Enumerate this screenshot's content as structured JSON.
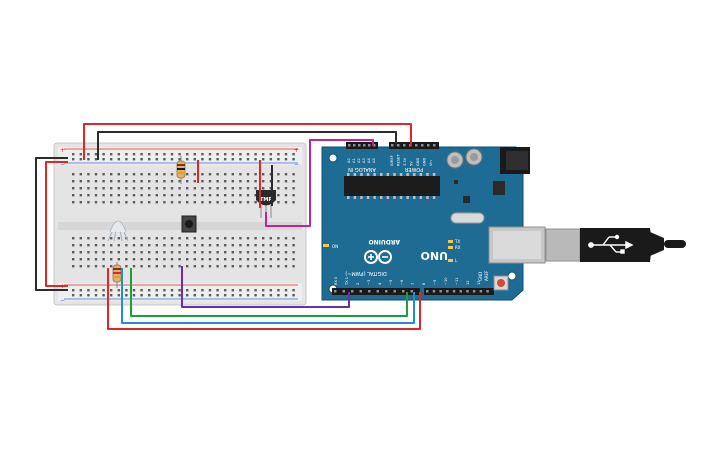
{
  "board": {
    "name": "UNO",
    "brand": "ARDUINO",
    "power_label": "POWER",
    "analog_label": "ANALOG IN",
    "digital_label": "DIGITAL (PWM~)",
    "on_label": "ON",
    "tx_label": "TX",
    "rx_label": "RX",
    "l_label": "L",
    "aref_label": "AREF",
    "gnd_label": "GND",
    "power_pins": [
      "IOREF",
      "RESET",
      "3.3V",
      "5V",
      "GND",
      "GND",
      "Vin"
    ],
    "analog_pins": [
      "A0",
      "A1",
      "A2",
      "A3",
      "A4",
      "A5"
    ],
    "digital_pins": [
      "13",
      "12",
      "~11",
      "~10",
      "~9",
      "8",
      "7",
      "~6",
      "~5",
      "4",
      "~3",
      "2",
      "TX 1",
      "RX 0"
    ]
  },
  "sensor": {
    "label": "TMP"
  },
  "colors": {
    "board": "#1e6c93",
    "board_edge": "#0f4f70",
    "breadboard": "#e6e6e6",
    "wire_red": "#e02727",
    "wire_black": "#2b2b2b",
    "wire_magenta": "#c2258f",
    "wire_purple": "#6a2ea8",
    "wire_green": "#1f9e3a",
    "wire_blue": "#1f8fcf"
  }
}
